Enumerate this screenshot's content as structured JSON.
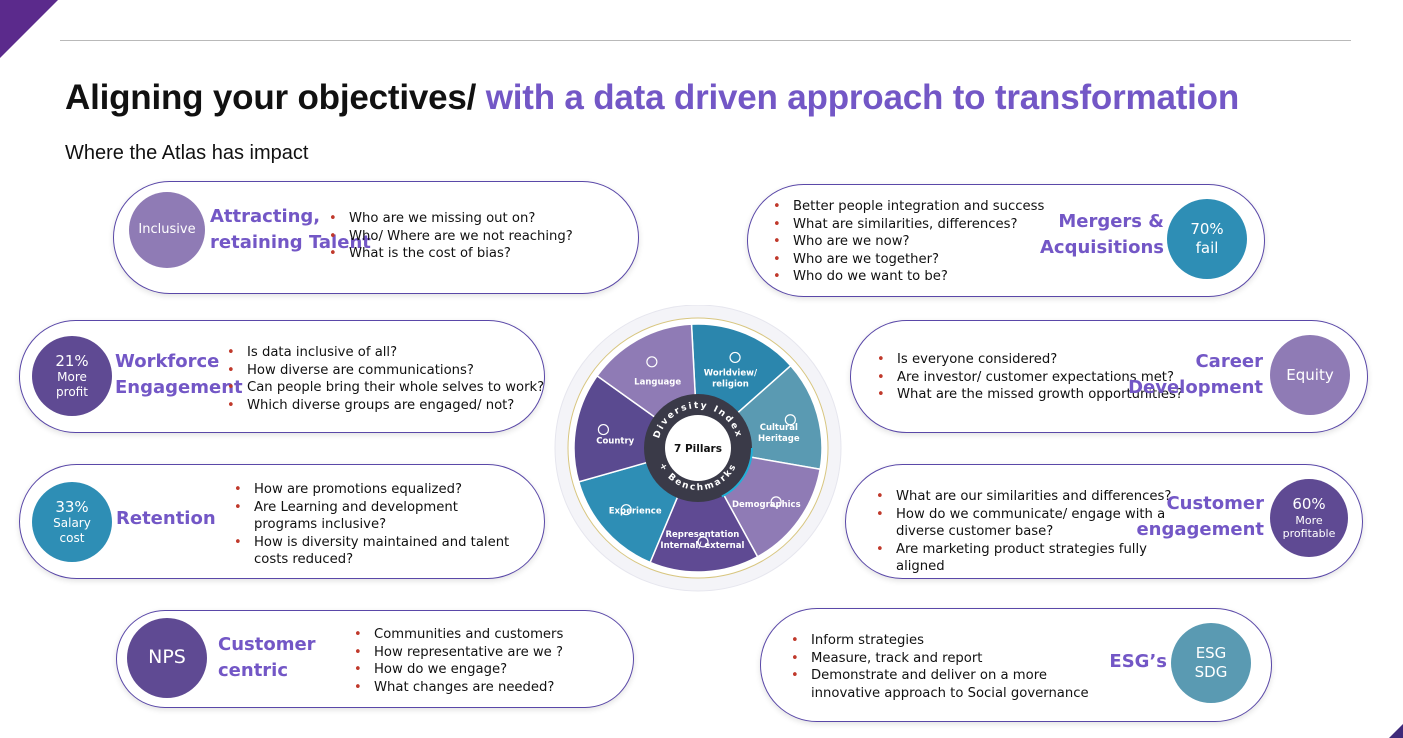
{
  "title": {
    "part1": "Aligning your objectives/",
    "part2": "with a data driven approach to transformation"
  },
  "subtitle": "Where the Atlas has impact",
  "cards": {
    "talent": {
      "circle": [
        "Inclusive"
      ],
      "title": [
        "Attracting,",
        "retaining Talent"
      ],
      "bullets": [
        "Who are we missing out on?",
        "Who/ Where are we not reaching?",
        "What is the cost of bias?"
      ]
    },
    "workforce": {
      "circle": [
        "21%",
        "More",
        "profit"
      ],
      "title": [
        "Workforce",
        "Engagement"
      ],
      "bullets": [
        "Is data inclusive of all?",
        "How diverse are communications?",
        "Can people bring their whole selves to work?",
        "Which diverse groups are engaged/ not?"
      ]
    },
    "retention": {
      "circle": [
        "33%",
        "Salary",
        "cost"
      ],
      "title": [
        "Retention"
      ],
      "bullets": [
        "How are promotions equalized?",
        "Are Learning and development programs inclusive?",
        "How is diversity maintained and talent costs reduced?"
      ]
    },
    "nps": {
      "circle": [
        "NPS"
      ],
      "title": [
        "Customer",
        "centric"
      ],
      "bullets": [
        "Communities and customers",
        "How representative are we ?",
        "How do we engage?",
        "What changes are needed?"
      ]
    },
    "mergers": {
      "circle": [
        "70%",
        "fail"
      ],
      "title": [
        "Mergers &",
        "Acquisitions"
      ],
      "bullets": [
        "Better people integration and success",
        "What are similarities, differences?",
        "Who are we now?",
        "Who are we together?",
        "Who do we want to be?"
      ]
    },
    "career": {
      "circle": [
        "Equity"
      ],
      "title": [
        "Career",
        "Development"
      ],
      "bullets": [
        "Is everyone considered?",
        "Are investor/ customer expectations met?",
        "What are the missed growth opportunities?"
      ]
    },
    "customer": {
      "circle": [
        "60%",
        "More",
        "profitable"
      ],
      "title": [
        "Customer",
        "engagement"
      ],
      "bullets": [
        "What are our similarities and differences?",
        "How do we communicate/ engage with a diverse customer base?",
        "Are marketing product strategies fully aligned"
      ]
    },
    "esg": {
      "circle": [
        "ESG",
        "SDG"
      ],
      "title": [
        "ESG’s"
      ],
      "bullets": [
        "Inform strategies",
        "Measure, track and report",
        "Demonstrate and deliver on a more innovative approach to Social governance"
      ]
    }
  },
  "wheel": {
    "center": "7 Pillars",
    "ring_top": "Diversity Index",
    "ring_bottom": "+ Benchmarks",
    "segments": [
      {
        "label": [
          "Worldview/",
          "religion"
        ],
        "icon": "dove-icon"
      },
      {
        "label": [
          "Cultural",
          "Heritage"
        ],
        "icon": "briefcase-icon"
      },
      {
        "label": [
          "Demographics"
        ],
        "icon": "people-icon"
      },
      {
        "label": [
          "Representation",
          "Internal/ external"
        ],
        "icon": "circles-icon"
      },
      {
        "label": [
          "Experience"
        ],
        "icon": "badge-icon"
      },
      {
        "label": [
          "Country"
        ],
        "icon": "globe-icon"
      },
      {
        "label": [
          "Language"
        ],
        "icon": "chat-icon"
      }
    ]
  },
  "colors": {
    "accent": "#7357c6",
    "lavender": "#8f7bb5",
    "purple": "#5f4a93",
    "blue": "#2e8eb5",
    "teal": "#5a9ab2",
    "bullet": "#c0392b"
  }
}
